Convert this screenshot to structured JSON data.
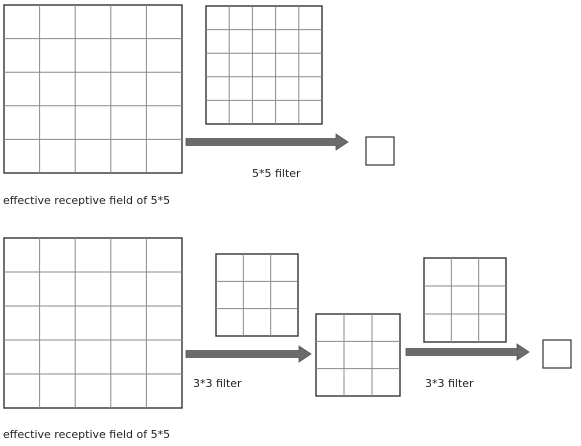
{
  "top_section": {
    "caption": "effective receptive field of 5*5",
    "filter_label": "5*5 filter"
  },
  "bottom_section": {
    "caption": "effective receptive field of 5*5",
    "filter_label_1": "3*3 filter",
    "filter_label_2": "3*3 filter"
  },
  "colors": {
    "grid_outer": "#333333",
    "grid_inner": "#8a8a8a",
    "arrow": "#6b6b6b",
    "arrow_edge": "#555555",
    "text": "#222222"
  }
}
